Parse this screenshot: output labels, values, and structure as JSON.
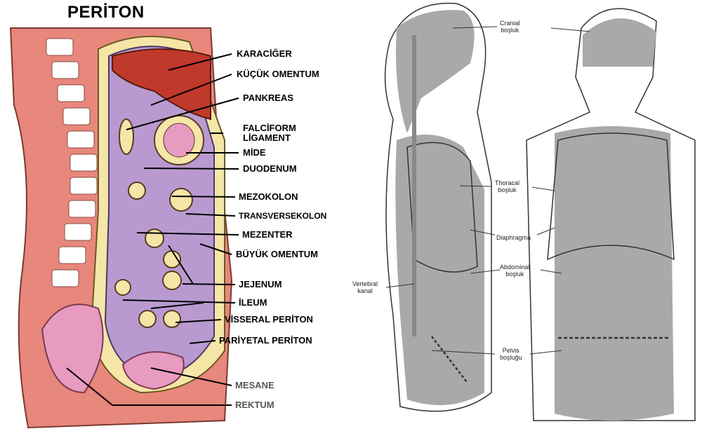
{
  "left_diagram": {
    "title": "PERİTON",
    "labels": [
      "KARACİĞER",
      "KÜÇÜK OMENTUM",
      "PANKREAS",
      "FALCİFORM",
      "LİGAMENT",
      "MİDE",
      "DUODENUM",
      "MEZOKOLON",
      "TRANSVERSEKOLON",
      "MEZENTER",
      "BÜYÜK OMENTUM",
      "JEJENUM",
      "İLEUM",
      "VİSSERAL PERİTON",
      "PARİYETAL PERİTON",
      "MESANE",
      "REKTUM"
    ],
    "colors": {
      "body": "#e8877c",
      "viscera": "#b99ad0",
      "fat": "#f5e6a8",
      "liver": "#c0392b",
      "pink": "#e89bc0"
    }
  },
  "right_diagram": {
    "labels": {
      "cranial": [
        "Cranial",
        "boşluk"
      ],
      "thoracal": [
        "Thoracal",
        "boşluk"
      ],
      "diaphragma": [
        "Diaphragma"
      ],
      "abdominal": [
        "Abdominal",
        "boşluk"
      ],
      "vertebral": [
        "Vertebral",
        "kanal"
      ],
      "pelvis": [
        "Pelvis",
        "boşluğu"
      ]
    },
    "colors": {
      "cavity": "#a9a9a9",
      "line": "#333333"
    }
  }
}
